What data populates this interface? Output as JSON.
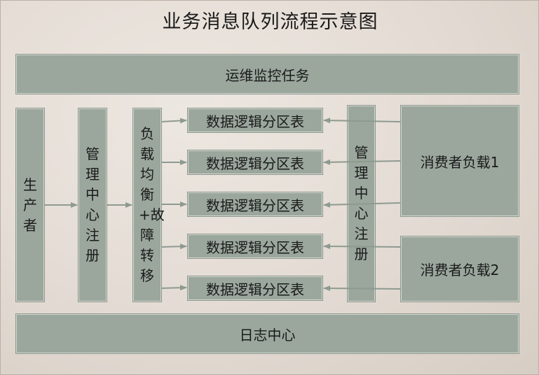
{
  "diagram": {
    "title": "业务消息队列流程示意图",
    "ops_monitor": "运维监控任务",
    "producer": "生产者",
    "registry_left": "管理中心注册",
    "load_balance": "负载均衡+故障转移",
    "partitions": [
      "数据逻辑分区表",
      "数据逻辑分区表",
      "数据逻辑分区表",
      "数据逻辑分区表",
      "数据逻辑分区表"
    ],
    "registry_right": "管理中心注册",
    "consumer_1": "消费者负载1",
    "consumer_2": "消费者负载2",
    "log_center": "日志中心"
  }
}
